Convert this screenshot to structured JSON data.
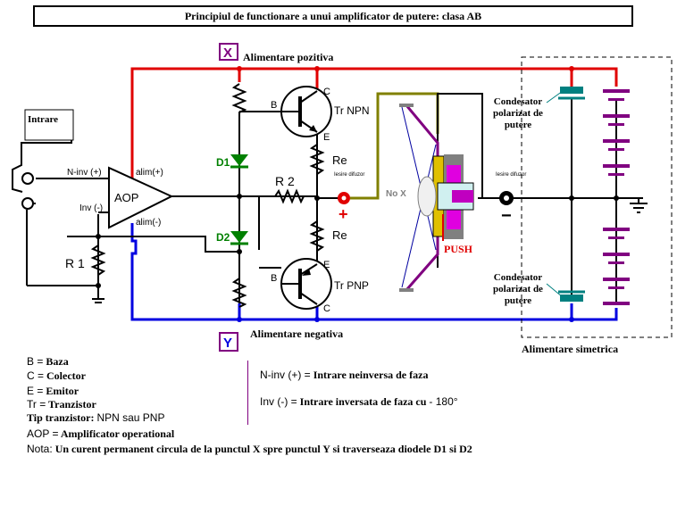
{
  "title": "Principiul de functionare a unui amplificator de putere: clasa AB",
  "nodes": {
    "x": "X",
    "y": "Y",
    "alim_pos": "Alimentare pozitiva",
    "alim_neg": "Alimentare negativa"
  },
  "input": {
    "label": "Intrare",
    "ninv": "N-inv (+)",
    "inv": "Inv (-)"
  },
  "aop": {
    "label": "AOP",
    "alim_plus": "alim(+)",
    "alim_minus": "alim(-)"
  },
  "components": {
    "r1": "R 1",
    "r2": "R 2",
    "d1": "D1",
    "d2": "D2",
    "re1": "Re",
    "re2": "Re",
    "npn": "Tr NPN",
    "pnp": "Tr PNP",
    "b1": "B",
    "c1": "C",
    "e1": "E",
    "b2": "B",
    "c2": "C",
    "e2": "E"
  },
  "speaker": {
    "out_label": "Iesire difuzor",
    "out_label2": "Iesire difuzor",
    "plus": "+",
    "minus": "−",
    "nox": "No X",
    "push": "PUSH"
  },
  "supply": {
    "cap_top": "Condesator polarizat de putere",
    "cap_bot": "Condesator polarizat de putere",
    "label": "Alimentare simetrica"
  },
  "legend": {
    "b_sym": "B =",
    "b_txt": "Baza",
    "c_sym": "C =",
    "c_txt": "Colector",
    "e_sym": "E =",
    "e_txt": "Emitor",
    "tr_sym": "Tr =",
    "tr_txt": "Tranzistor",
    "tip_txt": "Tip tranzistor:",
    "tip_val": "NPN sau PNP",
    "aop_sym": "AOP =",
    "aop_txt": "Amplificator operational",
    "nota_sym": "Nota:",
    "nota_txt": "Un curent permanent circula de la punctul X spre punctul Y si traverseaza diodele D1 si D2",
    "ninv_sym": "N-inv (+) =",
    "ninv_txt": "Intrare neinversa de faza",
    "inv_sym": "Inv (-) =",
    "inv_txt": "Intrare inversata de faza cu",
    "inv_val": "- 180°"
  },
  "colors": {
    "pos": "#e00000",
    "neg": "#0000e0",
    "diode": "#008000",
    "speaker": "#808000",
    "purple": "#800080",
    "teal": "#008080"
  }
}
